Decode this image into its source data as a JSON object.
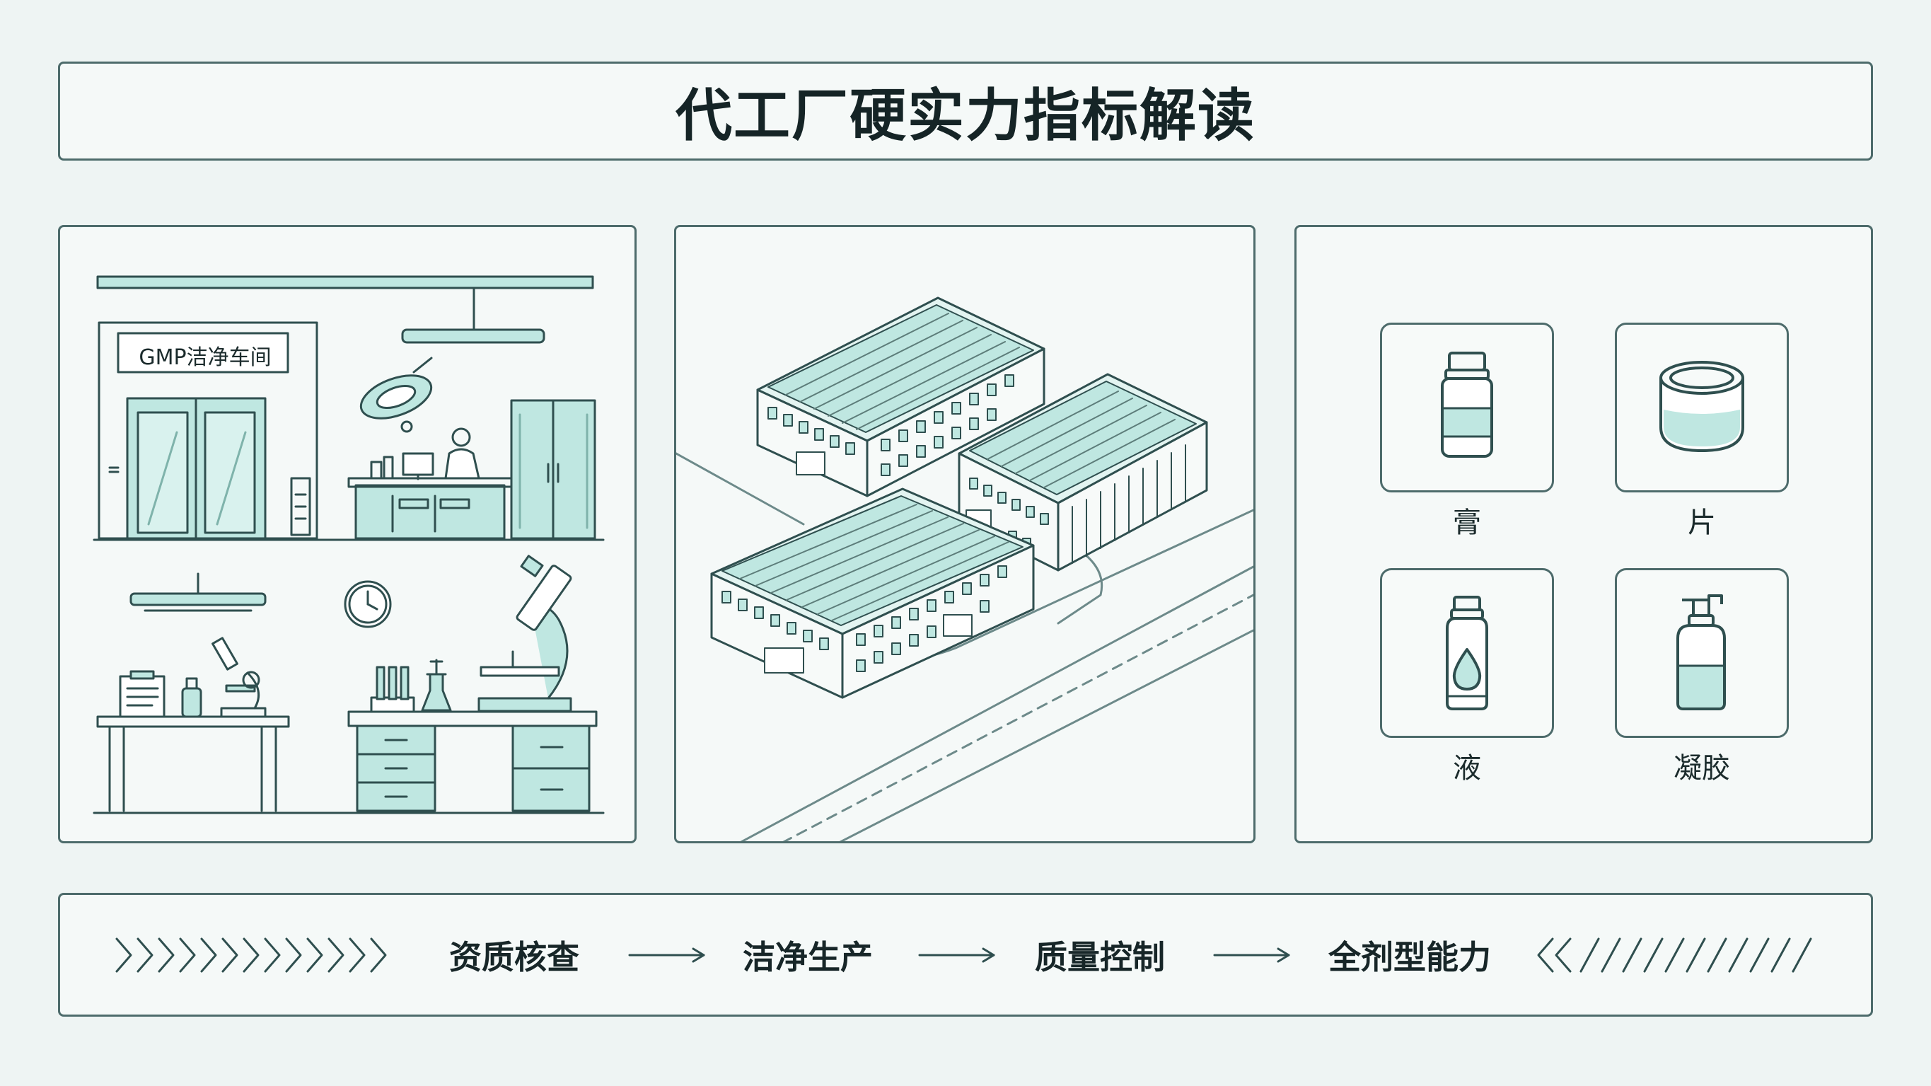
{
  "title": "代工厂硬实力指标解读",
  "lab_panel": {
    "sign_text": "GMP洁净车间"
  },
  "dosage_forms": [
    {
      "label": "膏",
      "icon": "bottle-icon"
    },
    {
      "label": "片",
      "icon": "jar-icon"
    },
    {
      "label": "液",
      "icon": "droplet-bottle-icon"
    },
    {
      "label": "凝胶",
      "icon": "pump-bottle-icon"
    }
  ],
  "process_steps": [
    "资质核查",
    "洁净生产",
    "质量控制",
    "全剂型能力"
  ],
  "colors": {
    "accent_fill": "#bfe7e1",
    "stroke": "#2f4f4f",
    "frame": "#4d6b6b",
    "background": "#eef4f3"
  }
}
